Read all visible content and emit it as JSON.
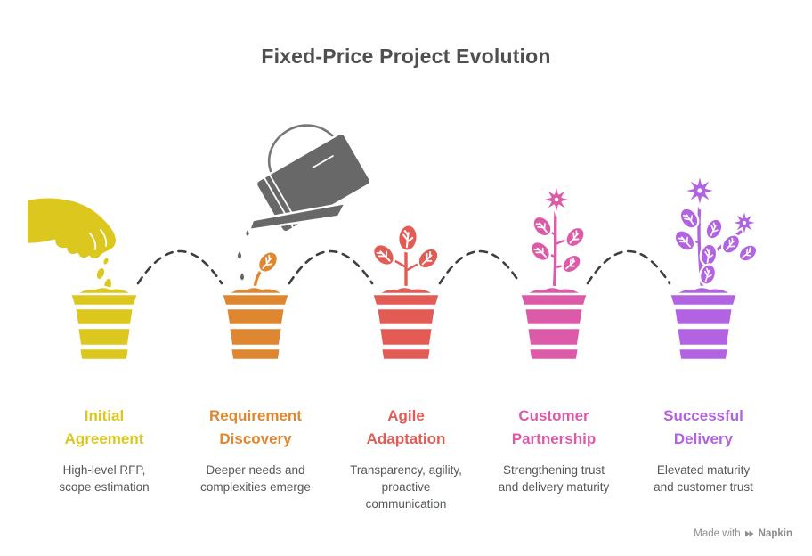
{
  "title": "Fixed-Price Project Evolution",
  "colors": {
    "title": "#4F4F4F",
    "description": "#54585B",
    "watering_can": "#686868",
    "connector_dashes": "#3E3E3E",
    "watermark": "#8F8F8F"
  },
  "stages": [
    {
      "name": "initial-agreement",
      "label": "Initial\nAgreement",
      "description": "High-level RFP,\nscope estimation",
      "color": "#DCC71E",
      "icon": "hand-sowing-seeds-in-pot"
    },
    {
      "name": "requirement-discovery",
      "label": "Requirement\nDiscovery",
      "description": "Deeper needs and\ncomplexities emerge",
      "color": "#DE8730",
      "icon": "watering-can-over-sprouting-pot"
    },
    {
      "name": "agile-adaptation",
      "label": "Agile\nAdaptation",
      "description": "Transparency, agility,\nproactive\ncommunication",
      "color": "#E25B55",
      "icon": "young-plant-in-pot"
    },
    {
      "name": "customer-partnership",
      "label": "Customer\nPartnership",
      "description": "Strengthening trust\nand delivery maturity",
      "color": "#DC5BA8",
      "icon": "flowering-plant-in-pot"
    },
    {
      "name": "successful-delivery",
      "label": "Successful\nDelivery",
      "description": "Elevated maturity\nand customer trust",
      "color": "#B263E2",
      "icon": "blooming-flowers-in-pot"
    }
  ],
  "watermark": {
    "made_with": "Made with",
    "brand": "Napkin"
  }
}
